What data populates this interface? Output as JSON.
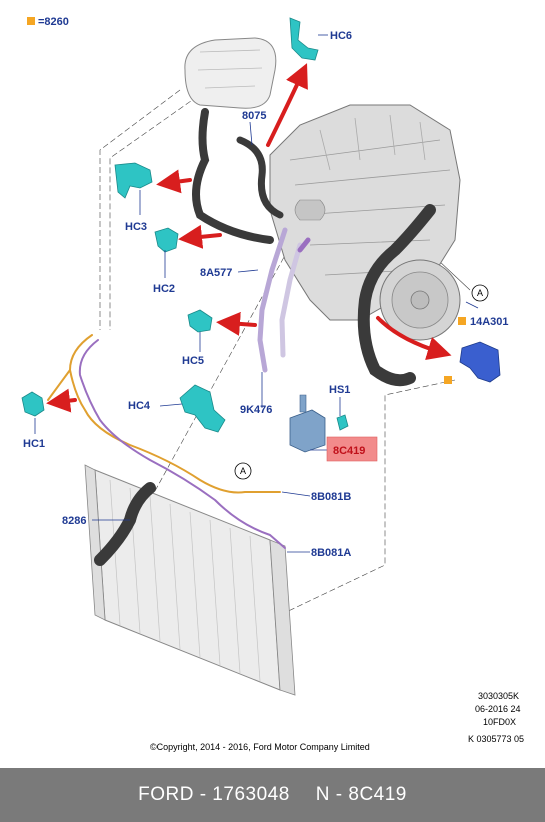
{
  "legend": {
    "equals_label": "=8260"
  },
  "callouts": {
    "hc6": "HC6",
    "p8075": "8075",
    "hc3": "HC3",
    "hc2": "HC2",
    "p8a577": "8A577",
    "circle_a_top": "A",
    "p14a301": "14A301",
    "hc5": "HC5",
    "hs1": "HS1",
    "hc4": "HC4",
    "p9k476": "9K476",
    "p8c419": "8C419",
    "hc1": "HC1",
    "circle_a_bottom": "A",
    "p8b081b": "8B081B",
    "p8286": "8286",
    "p8b081a": "8B081A"
  },
  "meta_lines": [
    "3030305K",
    "06-2016 24",
    "10FD0X",
    "K 0305773 05"
  ],
  "copyright": "©Copyright, 2014 - 2016, Ford Motor Company Limited",
  "footer": {
    "brand_part": "FORD - 1763048",
    "ref": "N - 8C419"
  },
  "colors": {
    "callout_text": "#1f3a93",
    "highlight_box": "#f28b8b",
    "arrow_red": "#d81e1e",
    "part_cyan": "#2ec4c4",
    "hose_dark": "#3a3a3a",
    "harness_orange": "#e0a030",
    "harness_purple": "#9a6fc0",
    "footer_bg": "#7a7a7a",
    "marker_orange": "#f5a623",
    "bracket_blue": "#3a5fcf"
  }
}
